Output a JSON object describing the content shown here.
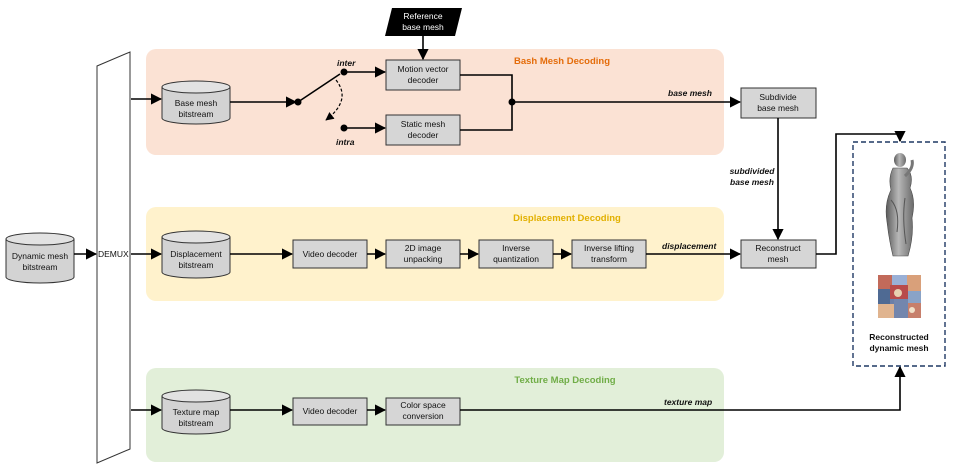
{
  "sections": {
    "base": {
      "title": "Bash Mesh Decoding",
      "bg": "#fbe2d4",
      "color": "#e46c0a"
    },
    "displacement": {
      "title": "Displacement Decoding",
      "bg": "#fff2cc",
      "color": "#e2b000"
    },
    "texture": {
      "title": "Texture Map Decoding",
      "bg": "#e2efd9",
      "color": "#70ad47"
    }
  },
  "nodes": {
    "dynamic_bitstream": [
      "Dynamic mesh",
      "bitstream"
    ],
    "demux": "DEMUX",
    "base_bitstream": [
      "Base mesh",
      "bitstream"
    ],
    "reference_base_mesh": [
      "Reference",
      "base mesh"
    ],
    "motion_vector_decoder": [
      "Motion vector",
      "decoder"
    ],
    "static_mesh_decoder": [
      "Static mesh",
      "decoder"
    ],
    "subdivide_base_mesh": [
      "Subdivide",
      "base mesh"
    ],
    "displacement_bitstream": [
      "Displacement",
      "bitstream"
    ],
    "video_decoder_disp": [
      "Video decoder"
    ],
    "image_unpacking": [
      "2D image",
      "unpacking"
    ],
    "inverse_quantization": [
      "Inverse",
      "quantization"
    ],
    "inverse_lifting": [
      "Inverse lifting",
      "transform"
    ],
    "reconstruct_mesh": [
      "Reconstruct",
      "mesh"
    ],
    "texture_bitstream": [
      "Texture map",
      "bitstream"
    ],
    "video_decoder_tex": [
      "Video decoder"
    ],
    "color_space_conversion": [
      "Color space",
      "conversion"
    ],
    "reconstructed_dynamic_mesh": [
      "Reconstructed",
      "dynamic mesh"
    ]
  },
  "edge_labels": {
    "inter": "inter",
    "intra": "intra",
    "base_mesh": "base mesh",
    "subdivided_base_mesh": [
      "subdivided",
      "base mesh"
    ],
    "displacement": "displacement",
    "texture_map": "texture map"
  },
  "icons": {
    "statue": "statue-mesh-icon",
    "texture": "texture-map-thumbnail-icon"
  }
}
